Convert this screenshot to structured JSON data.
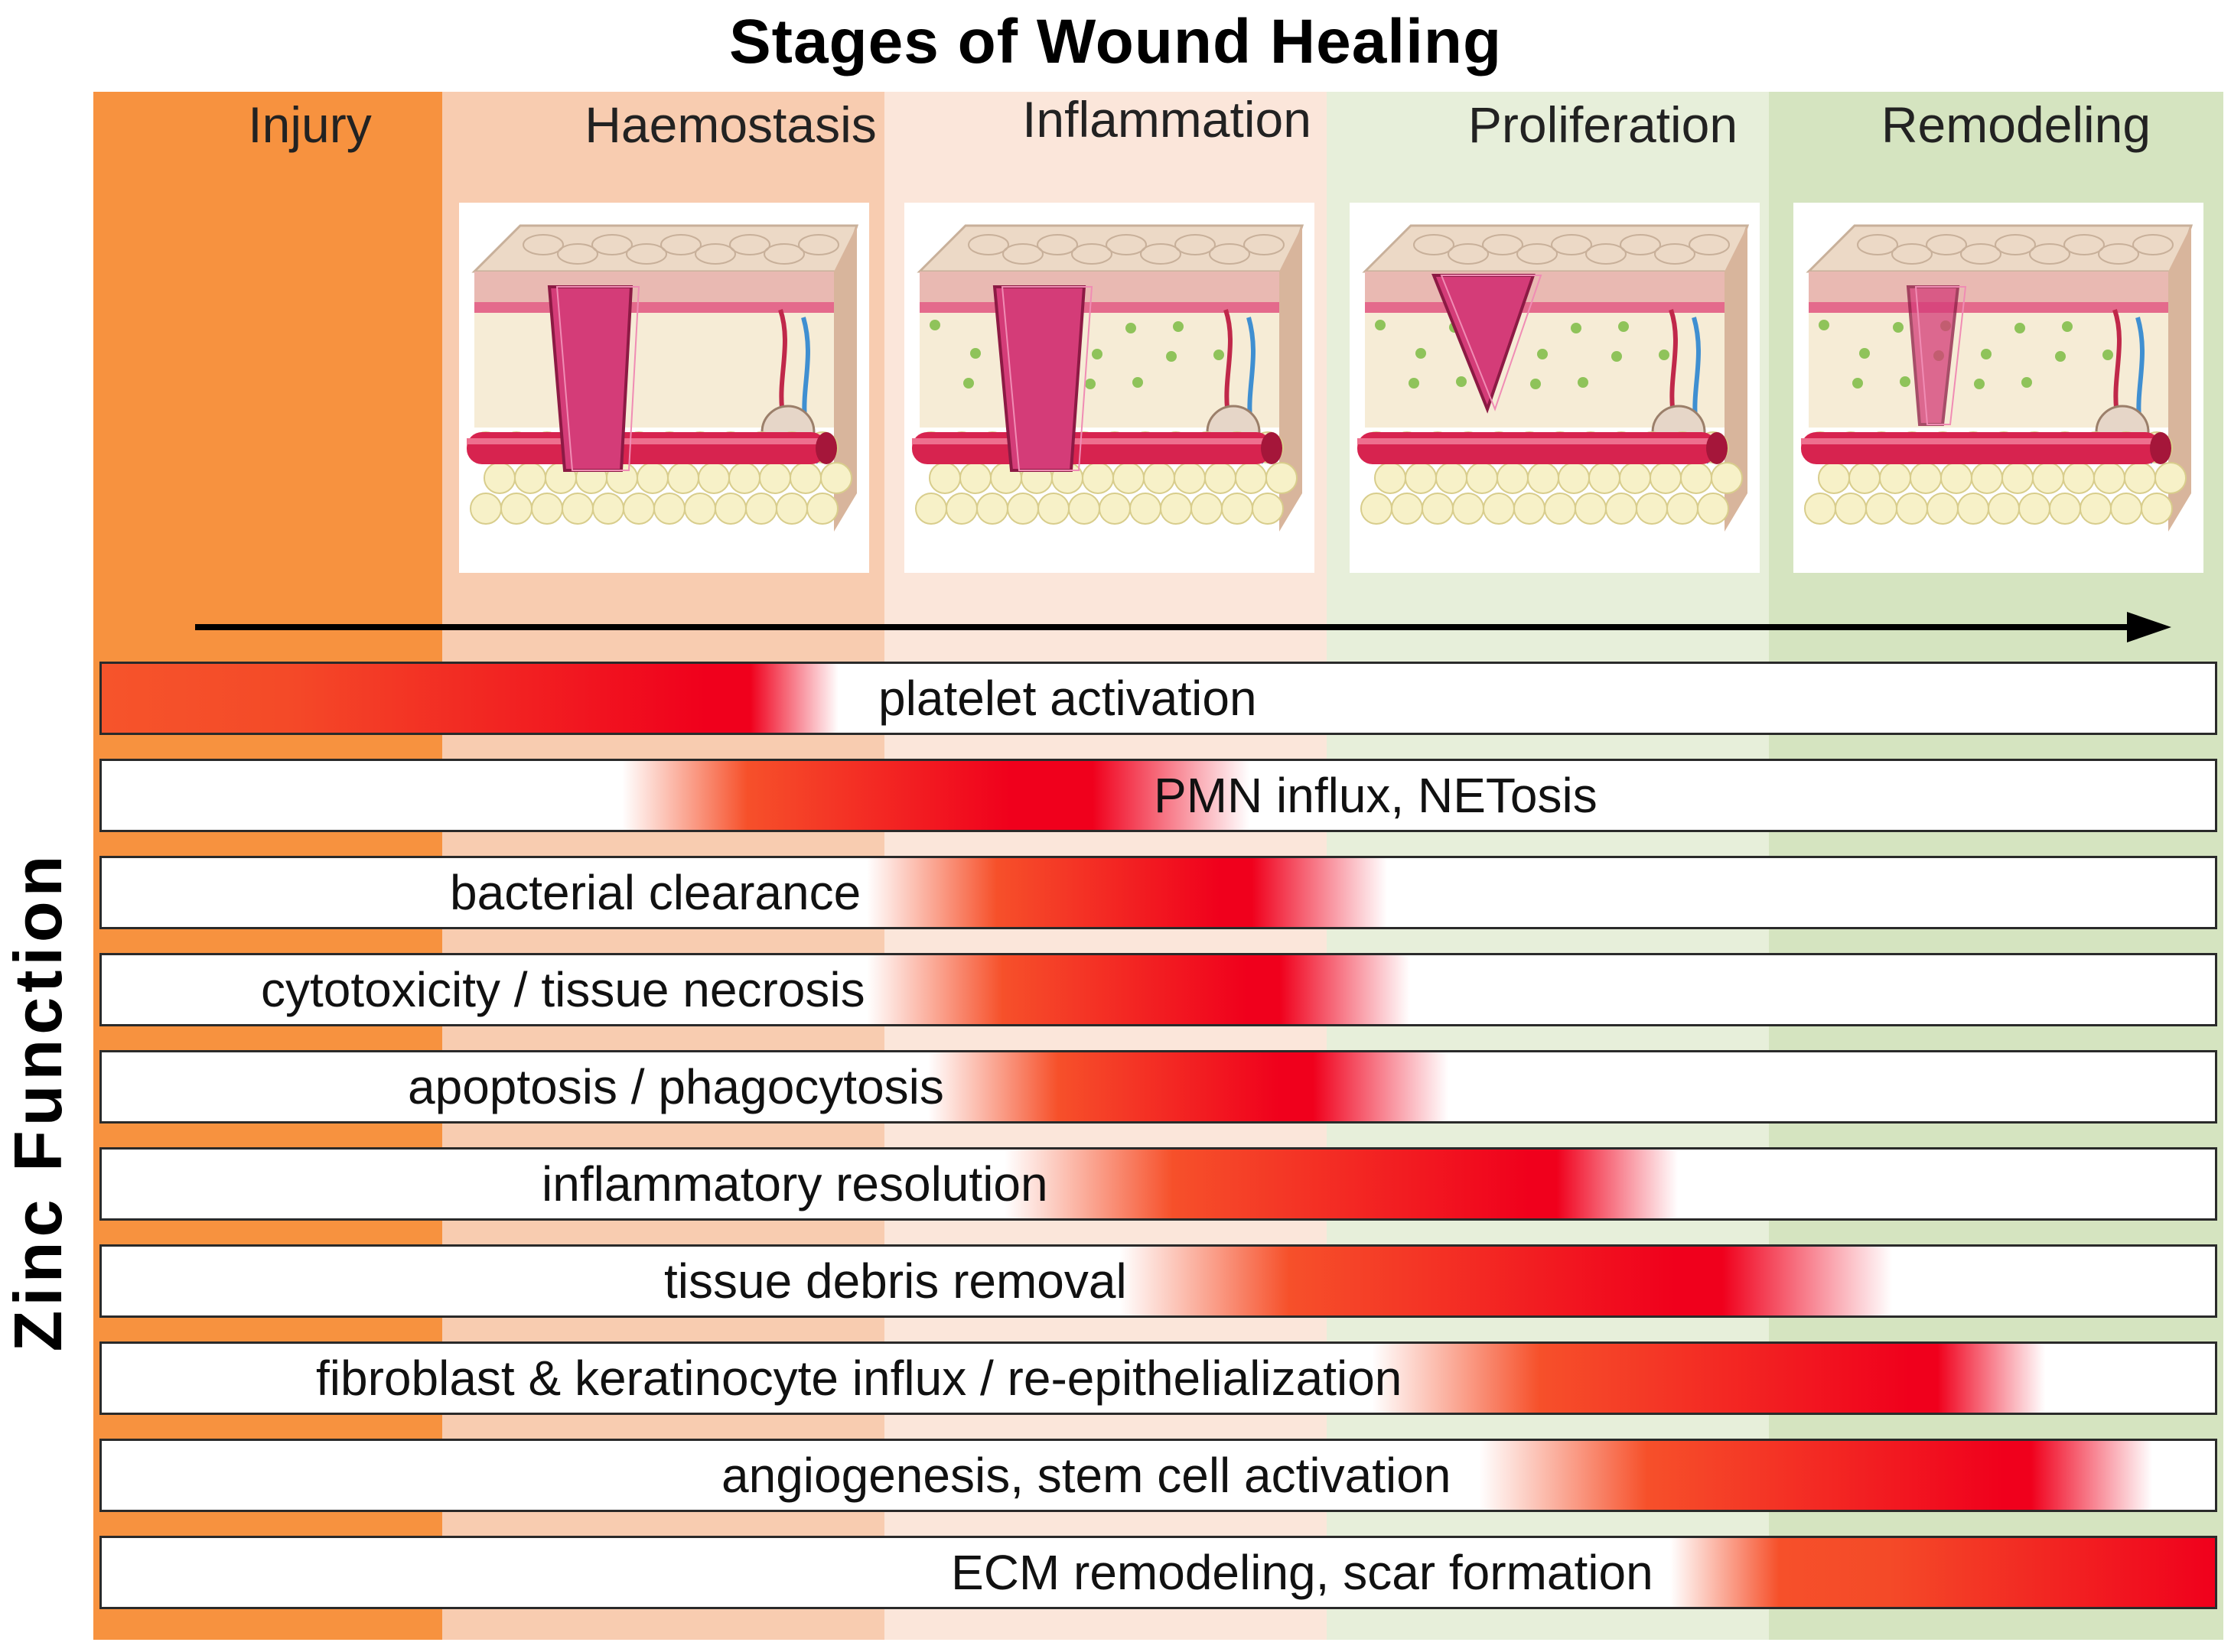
{
  "title": "Stages of Wound Healing",
  "axis_label": "Zinc Function",
  "stages": [
    {
      "label": "Injury",
      "color": "#f7923f"
    },
    {
      "label": "Haemostasis",
      "color": "#f8ccb0"
    },
    {
      "label": "Inflammation",
      "color": "#fbe6da"
    },
    {
      "label": "Proliferation",
      "color": "#e7efda"
    },
    {
      "label": "Remodeling",
      "color": "#d5e4c0"
    }
  ],
  "colors": {
    "peak": "#f0001c",
    "ramp": "#f6502a",
    "border": "#2a2a2a",
    "arrow": "#000000"
  },
  "functions": [
    {
      "label": "platelet activation"
    },
    {
      "label": "PMN influx, NETosis"
    },
    {
      "label": "bacterial clearance"
    },
    {
      "label": "cytotoxicity / tissue necrosis"
    },
    {
      "label": "apoptosis / phagocytosis"
    },
    {
      "label": "inflammatory resolution"
    },
    {
      "label": "tissue debris removal"
    },
    {
      "label": "fibroblast & keratinocyte influx / re-epithelialization"
    },
    {
      "label": "angiogenesis, stem cell activation"
    },
    {
      "label": "ECM remodeling, scar formation"
    }
  ]
}
